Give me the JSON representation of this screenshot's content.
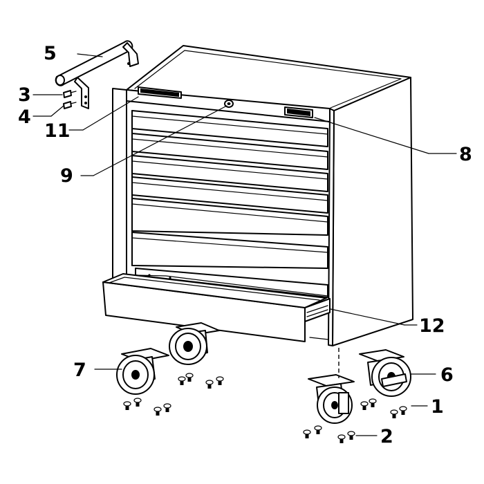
{
  "callouts": {
    "c1": "1",
    "c2": "2",
    "c3": "3",
    "c4": "4",
    "c5": "5",
    "c6": "6",
    "c7": "7",
    "c8": "8",
    "c9": "9",
    "c11": "11",
    "c12": "12"
  }
}
